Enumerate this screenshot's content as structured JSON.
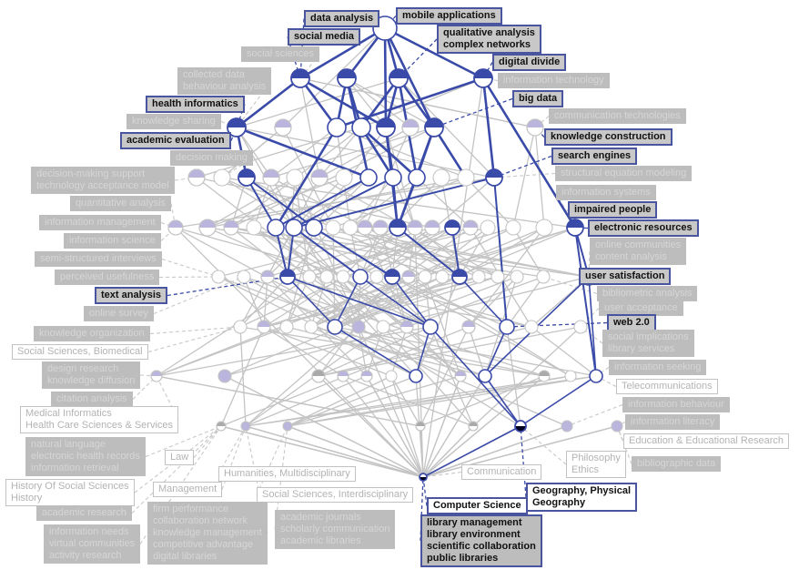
{
  "diagram": {
    "type": "concept-lattice",
    "colors": {
      "active_edge": "#3a4aa8",
      "inactive_edge": "#c4c4c4",
      "active_node_fill": "#3a4aa8",
      "inactive_node_fill": "#b9b5dc",
      "dark_node_fill": "#000022"
    },
    "labels": [
      {
        "text": "data analysis",
        "style": "active"
      },
      {
        "text": "mobile applications",
        "style": "active"
      },
      {
        "text": "social media",
        "style": "active"
      },
      {
        "text": "qualitative analysis\ncomplex networks",
        "style": "active"
      },
      {
        "text": "social sciences",
        "style": "gray"
      },
      {
        "text": "digital divide",
        "style": "active"
      },
      {
        "text": "collected data\nbehaviour analysis",
        "style": "gray"
      },
      {
        "text": "information technology",
        "style": "gray"
      },
      {
        "text": "big data",
        "style": "active"
      },
      {
        "text": "health informatics",
        "style": "active"
      },
      {
        "text": "knowledge sharing",
        "style": "gray"
      },
      {
        "text": "communication technologies",
        "style": "gray"
      },
      {
        "text": "academic evaluation",
        "style": "active"
      },
      {
        "text": "knowledge construction",
        "style": "active"
      },
      {
        "text": "decision making",
        "style": "gray"
      },
      {
        "text": "search engines",
        "style": "active"
      },
      {
        "text": "decision-making support\ntechnology acceptance model",
        "style": "gray"
      },
      {
        "text": "structural equation modeling",
        "style": "gray"
      },
      {
        "text": "quantitative analysis",
        "style": "gray"
      },
      {
        "text": "information systems",
        "style": "gray"
      },
      {
        "text": "impaired people",
        "style": "active"
      },
      {
        "text": "information management",
        "style": "gray"
      },
      {
        "text": "electronic resources",
        "style": "active"
      },
      {
        "text": "information science",
        "style": "gray"
      },
      {
        "text": "online communities\ncontent analysis",
        "style": "gray"
      },
      {
        "text": "semi-structured interviews",
        "style": "gray"
      },
      {
        "text": "perceived usefulness",
        "style": "gray"
      },
      {
        "text": "user satisfaction",
        "style": "active"
      },
      {
        "text": "bibliometric analysis",
        "style": "gray"
      },
      {
        "text": "text analysis",
        "style": "active"
      },
      {
        "text": "user acceptance",
        "style": "gray"
      },
      {
        "text": "online survey",
        "style": "gray"
      },
      {
        "text": "web 2.0",
        "style": "active"
      },
      {
        "text": "knowledge organization",
        "style": "gray"
      },
      {
        "text": "social implications\nlibrary services",
        "style": "gray"
      },
      {
        "text": "Social Sciences, Biomedical",
        "style": "cat"
      },
      {
        "text": "design research\nknowledge diffusion",
        "style": "gray"
      },
      {
        "text": "information seeking",
        "style": "gray"
      },
      {
        "text": "citation analysis",
        "style": "gray"
      },
      {
        "text": "Telecommunications",
        "style": "cat"
      },
      {
        "text": "Medical Informatics\nHealth Care Sciences & Services",
        "style": "cat"
      },
      {
        "text": "information behaviour",
        "style": "gray"
      },
      {
        "text": "information literacy",
        "style": "gray"
      },
      {
        "text": "natural language\nelectronic health records\ninformation retrieval",
        "style": "gray"
      },
      {
        "text": "Education & Educational Research",
        "style": "cat"
      },
      {
        "text": "Law",
        "style": "cat"
      },
      {
        "text": "Philosophy\nEthics",
        "style": "cat"
      },
      {
        "text": "bibliographic data",
        "style": "gray"
      },
      {
        "text": "Humanities, Multidisciplinary",
        "style": "cat"
      },
      {
        "text": "Communication",
        "style": "cat"
      },
      {
        "text": "History Of Social Sciences\nHistory",
        "style": "cat"
      },
      {
        "text": "Management",
        "style": "cat"
      },
      {
        "text": "Social Sciences, Interdisciplinary",
        "style": "cat"
      },
      {
        "text": "Geography, Physical\nGeography",
        "style": "catactive"
      },
      {
        "text": "Computer Science",
        "style": "catactive"
      },
      {
        "text": "academic research",
        "style": "gray"
      },
      {
        "text": "firm performance\ncollaboration network\nknowledge management\ncompetitive advantage\ndigital libraries",
        "style": "gray"
      },
      {
        "text": "academic journals\nscholarly communication\nacademic libraries",
        "style": "gray"
      },
      {
        "text": "information needs\nvirtual communities\nactivity research",
        "style": "gray"
      },
      {
        "text": "library management\nlibrary environment\nscientific collaboration\npublic libraries",
        "style": "listactive"
      }
    ]
  }
}
